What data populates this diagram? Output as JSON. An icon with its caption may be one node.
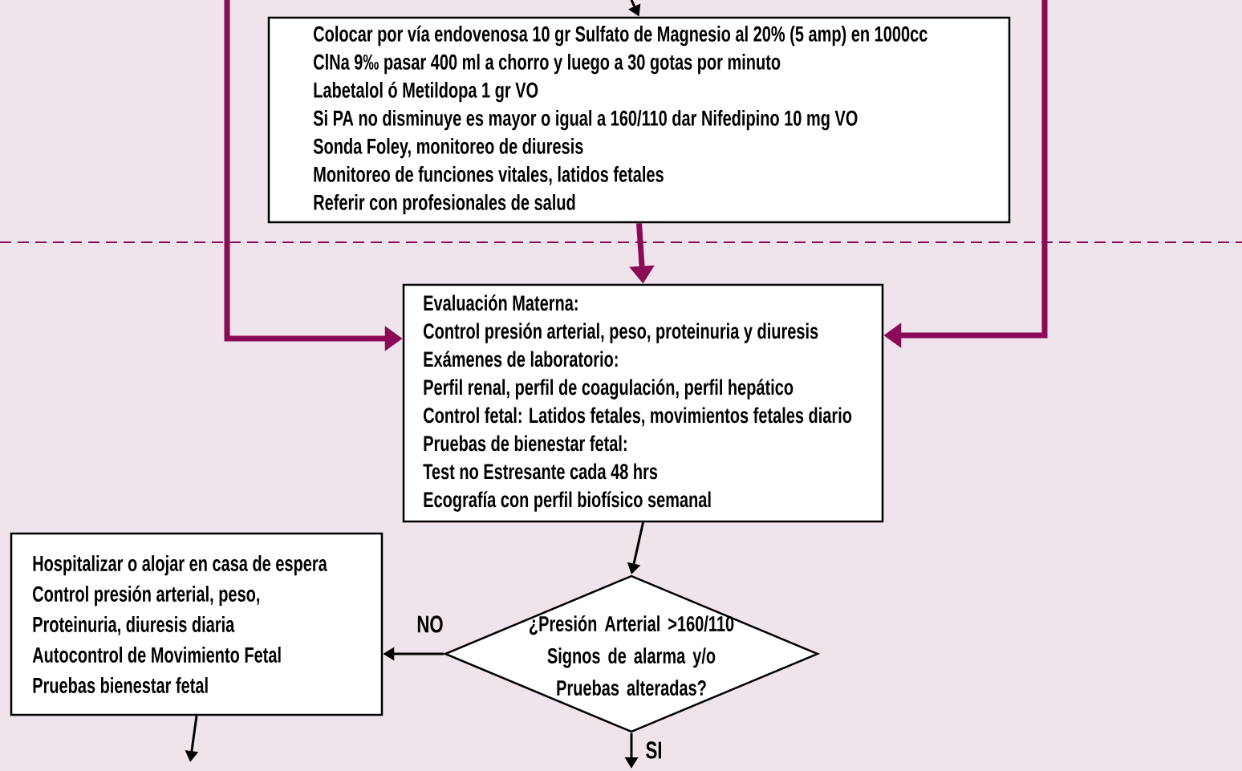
{
  "diagram": {
    "nodes": [
      {
        "text": [
          "Colocar por vía endovenosa 10 gr Sulfato de Magnesio al 20% (5 amp) en 1000cc",
          "ClNa 9‰  pasar 400 ml a chorro y luego a 30 gotas por minuto",
          "Labetalol ó Metildopa 1 gr VO",
          "Si PA no disminuye es mayor o igual a 160/110 dar Nifedipino 10 mg VO",
          "Sonda Foley, monitoreo de diuresis",
          "Monitoreo de funciones vitales, latidos fetales",
          "Referir con profesionales de salud"
        ]
      },
      {
        "text": [
          "Evaluación Materna:",
          "Control presión arterial, peso, proteinuria y diuresis",
          "Exámenes de laboratorio:",
          "Perfil renal, perfil de coagulación, perfil hepático",
          "Control fetal: Latidos fetales, movimientos fetales diario",
          "Pruebas de bienestar fetal:",
          "Test no Estresante cada 48 hrs",
          "Ecografía con perfil biofísico semanal"
        ]
      },
      {
        "text": [
          "Hospitalizar o alojar en casa de espera",
          "Control presión arterial, peso,",
          "Proteinuria, diuresis diaria",
          "Autocontrol de Movimiento Fetal",
          "Pruebas bienestar fetal"
        ]
      },
      {
        "text": [
          "¿Presión Arterial >160/110 Signos de alarma y/o Pruebas alteradas?"
        ]
      }
    ],
    "edges": [
      {
        "from": null,
        "to": 0,
        "arrow": "to"
      },
      {
        "from": 0,
        "to": 1,
        "arrow": "to",
        "style": "thick",
        "color": "#8a0a58"
      },
      {
        "from": null,
        "to": 1,
        "arrow": "to",
        "style": "thick",
        "color": "#8a0a58"
      },
      {
        "from": null,
        "to": 1,
        "arrow": "to",
        "style": "thick",
        "color": "#8a0a58"
      },
      {
        "from": 1,
        "to": 3,
        "arrow": "to"
      },
      {
        "from": 3,
        "to": 2,
        "arrow": "to",
        "label": "NO"
      },
      {
        "from": 2,
        "to": null,
        "arrow": "to"
      },
      {
        "from": 3,
        "to": null,
        "arrow": "to",
        "label": "SI"
      }
    ]
  }
}
